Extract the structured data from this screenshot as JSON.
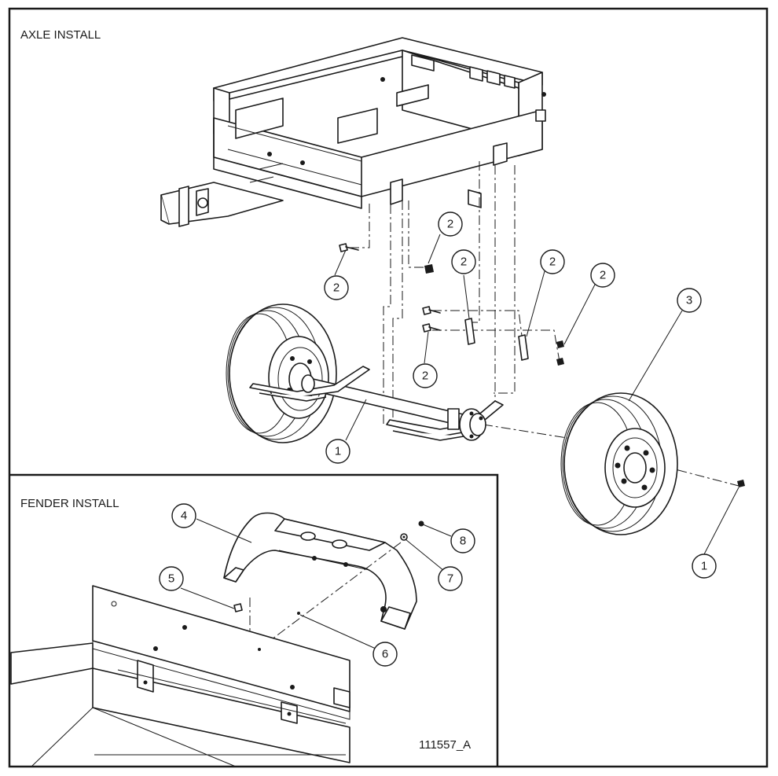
{
  "title_axle": "AXLE INSTALL",
  "title_fender": "FENDER INSTALL",
  "drawing_id": "111557_A",
  "callouts": [
    {
      "id": "c-2a",
      "label": "2"
    },
    {
      "id": "c-2b",
      "label": "2"
    },
    {
      "id": "c-2c",
      "label": "2"
    },
    {
      "id": "c-2d",
      "label": "2"
    },
    {
      "id": "c-2e",
      "label": "2"
    },
    {
      "id": "c-2f",
      "label": "2"
    },
    {
      "id": "c-3",
      "label": "3"
    },
    {
      "id": "c-1a",
      "label": "1"
    },
    {
      "id": "c-1b",
      "label": "1"
    },
    {
      "id": "c-4",
      "label": "4"
    },
    {
      "id": "c-5",
      "label": "5"
    },
    {
      "id": "c-6",
      "label": "6"
    },
    {
      "id": "c-7",
      "label": "7"
    },
    {
      "id": "c-8",
      "label": "8"
    }
  ]
}
